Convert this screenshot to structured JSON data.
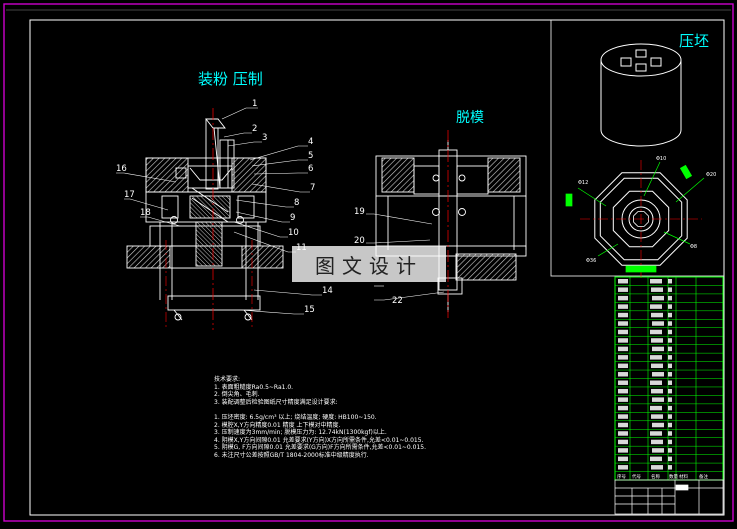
{
  "titles": {
    "press": "装粉 压制",
    "demold": "脱模",
    "blank": "压坯"
  },
  "callouts_left": [
    "1",
    "2",
    "3",
    "4",
    "5",
    "6",
    "7",
    "8",
    "9",
    "10",
    "11",
    "14",
    "15",
    "16",
    "17",
    "18"
  ],
  "callouts_right": [
    "19",
    "20",
    "22"
  ],
  "dimension_labels": [
    "Φ12",
    "Φ10",
    "Φ20",
    "Φ8",
    "Φ36"
  ],
  "watermark": "图文设计",
  "notes": [
    "技术要求:",
    "1. 表面粗糙度Ra0.5~Ra1.0.",
    "2. 倒尖角、毛刺.",
    "3. 装配调整后检验图纸尺寸精度满足设计要求:",
    "",
    "1. 压坯密度: 6.5g/cm³ 以上; 烧结温度; 硬度: HB100~150.",
    "2. 模腔X,Y方向精度0.01   精度 上下模对中精度.",
    "3. 压制速度为3mm/min; 脱模压力为: 12.74kN(1300kgf)以上.",
    "4. 阴模X,Y方向间隙0.01  允差要求(Y方向)X方向所需条件,允差<0.01~0.015.",
    "5. 阴模G, F方向间隙0.01  允差要求(G方向)F方向所需条件,允差<0.01~0.015.",
    "6. 未注尺寸公差按照GB/T 1804-2000标准中级精度执行."
  ],
  "bom_header": [
    "序号",
    "代号",
    "名称",
    "数量",
    "材料",
    "备注"
  ],
  "colors": {
    "frame": "#cc00cc",
    "line": "#ffffff",
    "title_cyan": "#00ffff",
    "grid_green": "#00ff00",
    "axis_red": "#ff0000",
    "hatch": "#d8d8d8"
  }
}
